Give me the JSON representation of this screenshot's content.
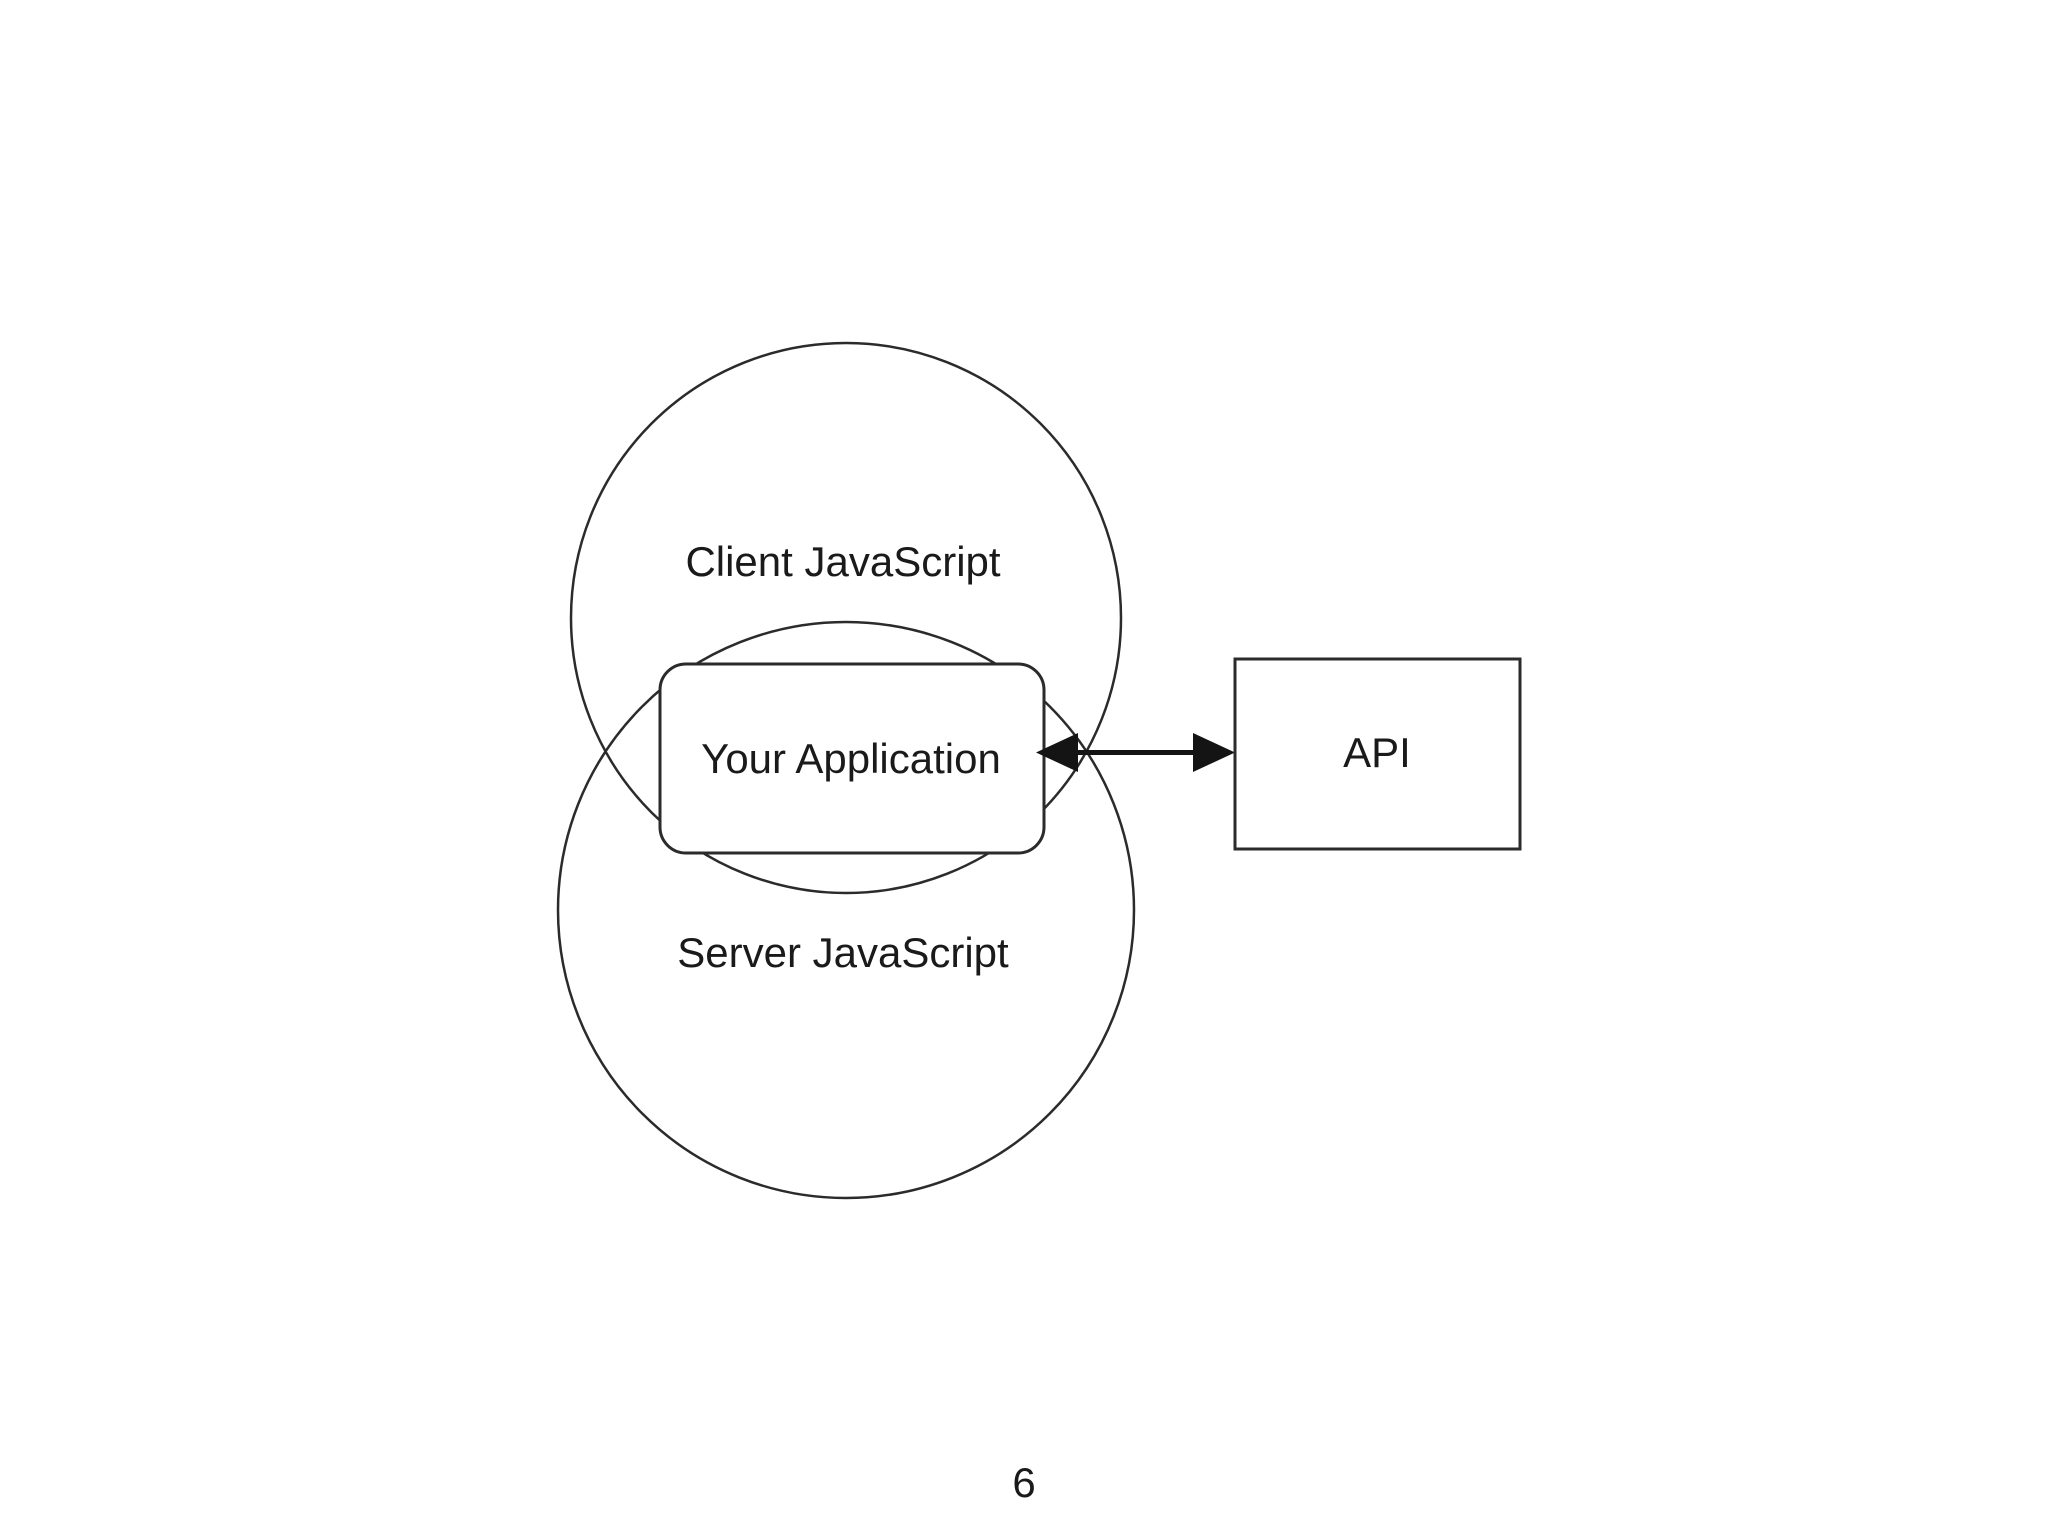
{
  "page": {
    "background": "#ffffff",
    "page_number": "6"
  },
  "colors": {
    "outline": "#2b2b2b",
    "arrow": "#141414",
    "text": "#1a1a1a"
  },
  "diagram": {
    "client_circle": {
      "label": "Client JavaScript"
    },
    "server_circle": {
      "label": "Server JavaScript"
    },
    "app_box": {
      "label": "Your Application"
    },
    "api_box": {
      "label": "API"
    },
    "connector": {
      "type": "double-headed-arrow"
    }
  }
}
